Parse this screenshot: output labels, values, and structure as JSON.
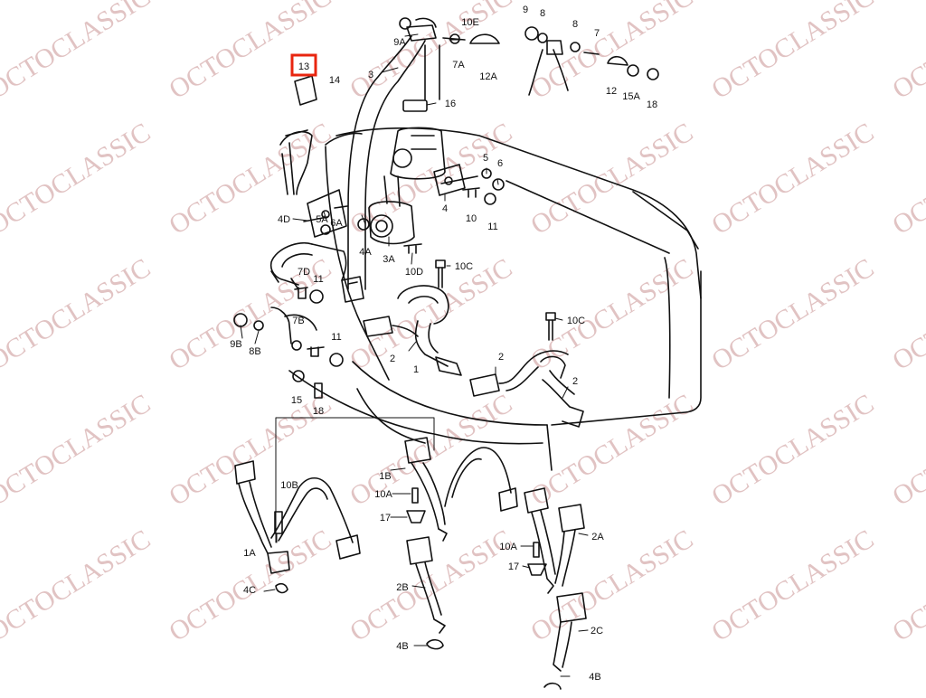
{
  "watermark": {
    "text": "OCTOCLASSIC",
    "color": "#dcb8b8"
  },
  "colors": {
    "line": "#111111",
    "highlight": "#e8250f"
  },
  "highlighted_callout": "13",
  "callouts": [
    {
      "id": "c13",
      "label": "13"
    },
    {
      "id": "c14",
      "label": "14"
    },
    {
      "id": "c3",
      "label": "3"
    },
    {
      "id": "c9A",
      "label": "9A"
    },
    {
      "id": "c10E",
      "label": "10E"
    },
    {
      "id": "c7A",
      "label": "7A"
    },
    {
      "id": "c12A",
      "label": "12A"
    },
    {
      "id": "c9",
      "label": "9"
    },
    {
      "id": "c8a",
      "label": "8"
    },
    {
      "id": "c8b",
      "label": "8"
    },
    {
      "id": "c7",
      "label": "7"
    },
    {
      "id": "c12",
      "label": "12"
    },
    {
      "id": "c15A",
      "label": "15A"
    },
    {
      "id": "c18a",
      "label": "18"
    },
    {
      "id": "c16",
      "label": "16"
    },
    {
      "id": "c5",
      "label": "5"
    },
    {
      "id": "c6",
      "label": "6"
    },
    {
      "id": "c4",
      "label": "4"
    },
    {
      "id": "c10",
      "label": "10"
    },
    {
      "id": "c11a",
      "label": "11"
    },
    {
      "id": "c4D",
      "label": "4D"
    },
    {
      "id": "c5A",
      "label": "5A"
    },
    {
      "id": "c6A",
      "label": "6A"
    },
    {
      "id": "c4A",
      "label": "4A"
    },
    {
      "id": "c3A",
      "label": "3A"
    },
    {
      "id": "c10D",
      "label": "10D"
    },
    {
      "id": "c10Ca",
      "label": "10C"
    },
    {
      "id": "c7D",
      "label": "7D"
    },
    {
      "id": "c11b",
      "label": "11"
    },
    {
      "id": "c10Cb",
      "label": "10C"
    },
    {
      "id": "c9B",
      "label": "9B"
    },
    {
      "id": "c8B",
      "label": "8B"
    },
    {
      "id": "c7B",
      "label": "7B"
    },
    {
      "id": "c11c",
      "label": "11"
    },
    {
      "id": "c2a",
      "label": "2"
    },
    {
      "id": "c1",
      "label": "1"
    },
    {
      "id": "c2b",
      "label": "2"
    },
    {
      "id": "c2c",
      "label": "2"
    },
    {
      "id": "c15",
      "label": "15"
    },
    {
      "id": "c18b",
      "label": "18"
    },
    {
      "id": "c10B",
      "label": "10B"
    },
    {
      "id": "c1A",
      "label": "1A"
    },
    {
      "id": "c4C",
      "label": "4C"
    },
    {
      "id": "c1B",
      "label": "1B"
    },
    {
      "id": "c10Aa",
      "label": "10A"
    },
    {
      "id": "c17a",
      "label": "17"
    },
    {
      "id": "c2B",
      "label": "2B"
    },
    {
      "id": "c4Ba",
      "label": "4B"
    },
    {
      "id": "c10Ab",
      "label": "10A"
    },
    {
      "id": "c17b",
      "label": "17"
    },
    {
      "id": "c2A",
      "label": "2A"
    },
    {
      "id": "c2C",
      "label": "2C"
    },
    {
      "id": "c4Bb",
      "label": "4B"
    }
  ]
}
